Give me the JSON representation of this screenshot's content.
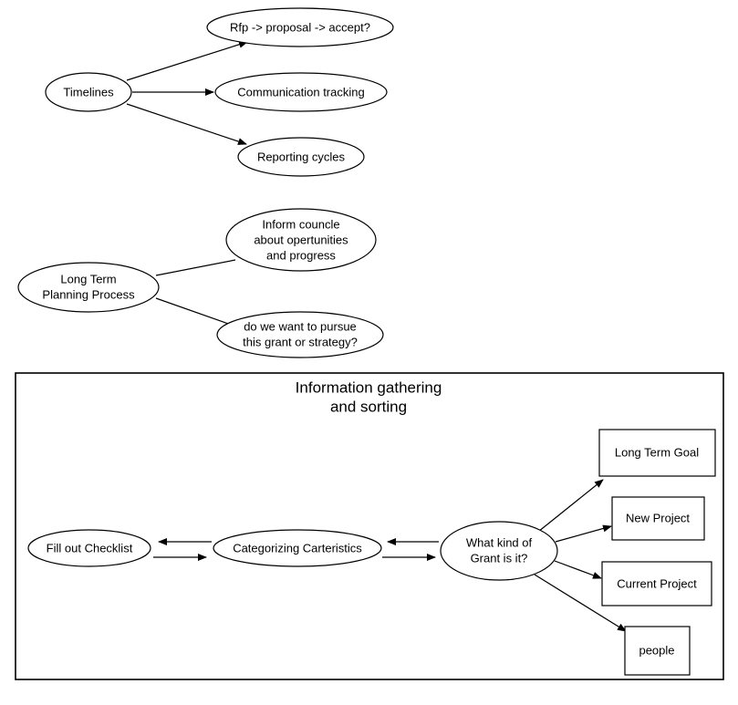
{
  "diagram": {
    "title": "",
    "background_color": "#ffffff",
    "stroke_color": "#000000",
    "clusters": [
      {
        "id": "timelines-cluster",
        "root": "Timelines",
        "children": [
          "Rfp -> proposal -> accept?",
          "Communication tracking",
          "Reporting cycles"
        ]
      },
      {
        "id": "long-term-planning-cluster",
        "root": "Long Term Planning Process",
        "children": [
          "Inform councle about opertunities and progress",
          "do we want to pursue this grant or strategy?"
        ]
      },
      {
        "id": "information-gathering-cluster",
        "root": "What kind of Grant is it?",
        "children": [
          "Long Term Goal",
          "New Project",
          "Current Project",
          "people"
        ]
      }
    ]
  },
  "nodes": {
    "timelines": {
      "label": "Timelines",
      "shape": "ellipse"
    },
    "rfp_proposal_accept": {
      "label": "Rfp -> proposal -> accept?",
      "shape": "ellipse"
    },
    "communication_tracking": {
      "label": "Communication tracking",
      "shape": "ellipse"
    },
    "reporting_cycles": {
      "label": "Reporting cycles",
      "shape": "ellipse"
    },
    "long_term_planning": {
      "line1": "Long Term",
      "line2": "Planning Process",
      "shape": "ellipse"
    },
    "inform_councle": {
      "line1": "Inform councle",
      "line2": "about opertunities",
      "line3": "and progress",
      "shape": "ellipse"
    },
    "pursue_grant": {
      "line1": "do we want to pursue",
      "line2": "this grant or strategy?",
      "shape": "ellipse"
    },
    "fill_out_checklist": {
      "label": "Fill out Checklist",
      "shape": "ellipse"
    },
    "categorizing_carteristics": {
      "label": "Categorizing Carteristics",
      "shape": "ellipse"
    },
    "what_kind_of_grant": {
      "line1": "What kind of",
      "line2": "Grant is it?",
      "shape": "ellipse"
    },
    "long_term_goal": {
      "label": "Long Term Goal",
      "shape": "rect"
    },
    "new_project": {
      "label": "New Project",
      "shape": "rect"
    },
    "current_project": {
      "label": "Current Project",
      "shape": "rect"
    },
    "people": {
      "label": "people",
      "shape": "rect"
    }
  },
  "group_box": {
    "title_line1": "Information gathering",
    "title_line2": "and sorting"
  },
  "edges": [
    {
      "from": "timelines",
      "to": "rfp_proposal_accept",
      "arrow": "single"
    },
    {
      "from": "timelines",
      "to": "communication_tracking",
      "arrow": "single"
    },
    {
      "from": "timelines",
      "to": "reporting_cycles",
      "arrow": "single"
    },
    {
      "from": "long_term_planning",
      "to": "inform_councle",
      "arrow": "none"
    },
    {
      "from": "long_term_planning",
      "to": "pursue_grant",
      "arrow": "none"
    },
    {
      "from": "categorizing_carteristics",
      "to": "fill_out_checklist",
      "arrow": "single"
    },
    {
      "from": "fill_out_checklist",
      "to": "categorizing_carteristics",
      "arrow": "single"
    },
    {
      "from": "what_kind_of_grant",
      "to": "categorizing_carteristics",
      "arrow": "single"
    },
    {
      "from": "categorizing_carteristics",
      "to": "what_kind_of_grant",
      "arrow": "single"
    },
    {
      "from": "what_kind_of_grant",
      "to": "long_term_goal",
      "arrow": "single"
    },
    {
      "from": "what_kind_of_grant",
      "to": "new_project",
      "arrow": "single"
    },
    {
      "from": "what_kind_of_grant",
      "to": "current_project",
      "arrow": "single"
    },
    {
      "from": "what_kind_of_grant",
      "to": "people",
      "arrow": "single"
    }
  ]
}
